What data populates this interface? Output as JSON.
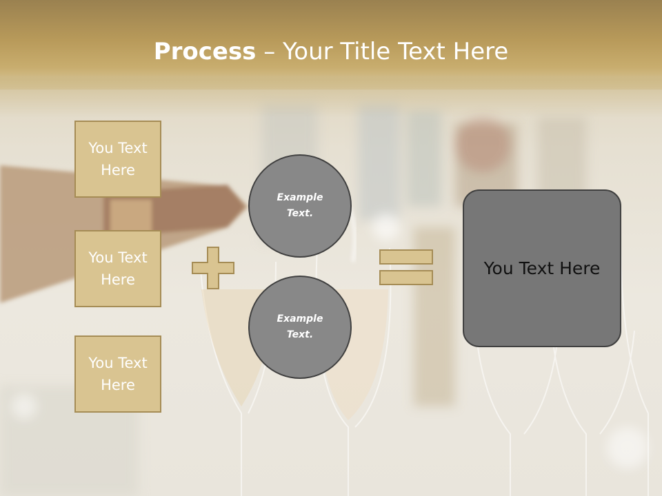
{
  "title": {
    "bold": "Process",
    "rest": " – Your Title Text Here"
  },
  "left_boxes": [
    {
      "label": "You Text Here"
    },
    {
      "label": "You Text Here"
    },
    {
      "label": "You Text Here"
    }
  ],
  "circles": [
    {
      "label": "Example Text."
    },
    {
      "label": "Example Text."
    }
  ],
  "result": {
    "label": "You Text Here"
  },
  "operators": {
    "plus": "plus-icon",
    "equals": "equals-icon"
  },
  "colors": {
    "header": "#b89a5a",
    "box_fill": "#d9c491",
    "box_border": "#a58c55",
    "circle_fill": "#888888",
    "result_fill": "#777777"
  }
}
